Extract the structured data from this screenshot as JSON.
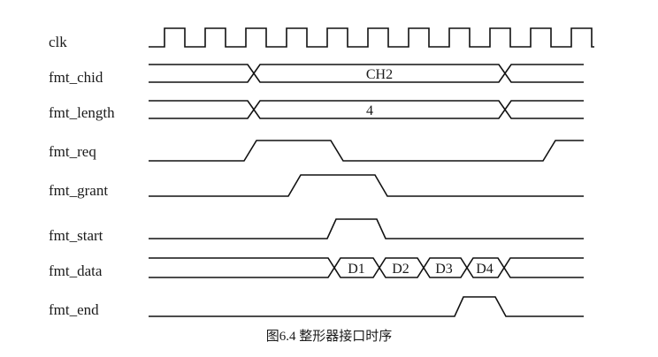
{
  "diagram": {
    "signals": [
      {
        "id": "clk",
        "label": "clk"
      },
      {
        "id": "fmt_chid",
        "label": "fmt_chid",
        "value": "CH2"
      },
      {
        "id": "fmt_length",
        "label": "fmt_length",
        "value": "4"
      },
      {
        "id": "fmt_req",
        "label": "fmt_req"
      },
      {
        "id": "fmt_grant",
        "label": "fmt_grant"
      },
      {
        "id": "fmt_start",
        "label": "fmt_start"
      },
      {
        "id": "fmt_data",
        "label": "fmt_data",
        "segments": [
          "D1",
          "D2",
          "D3",
          "D4"
        ]
      },
      {
        "id": "fmt_end",
        "label": "fmt_end"
      }
    ],
    "caption": "图6.4 整形器接口时序"
  }
}
